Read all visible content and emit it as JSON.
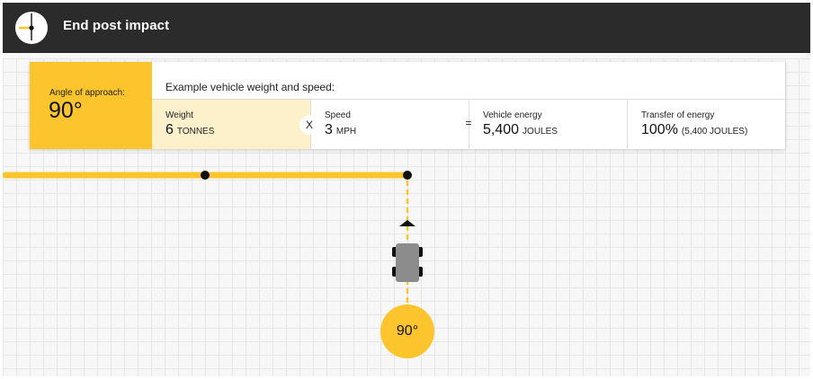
{
  "header": {
    "title": "End post impact",
    "logo_icon": "angle-gauge-icon"
  },
  "panel": {
    "angle_label": "Angle of approach:",
    "angle_value": "90°",
    "example_title": "Example vehicle weight and speed:",
    "weight": {
      "label": "Weight",
      "value": "6",
      "unit": "TONNES"
    },
    "times_symbol": "X",
    "speed": {
      "label": "Speed",
      "value": "3",
      "unit": "MPH"
    },
    "equals_symbol": "=",
    "energy": {
      "label": "Vehicle energy",
      "value": "5,400",
      "unit": "JOULES"
    },
    "transfer": {
      "label": "Transfer of energy",
      "value": "100%",
      "unit": "(5,400 JOULES)"
    }
  },
  "scene": {
    "angle_badge": "90°",
    "approach_angle_degrees": 90,
    "colors": {
      "accent": "#fcc52d",
      "header_bg": "#2b2b2b",
      "vehicle": "#8c8c8c",
      "highlight_cell": "#fdf1cc"
    }
  }
}
